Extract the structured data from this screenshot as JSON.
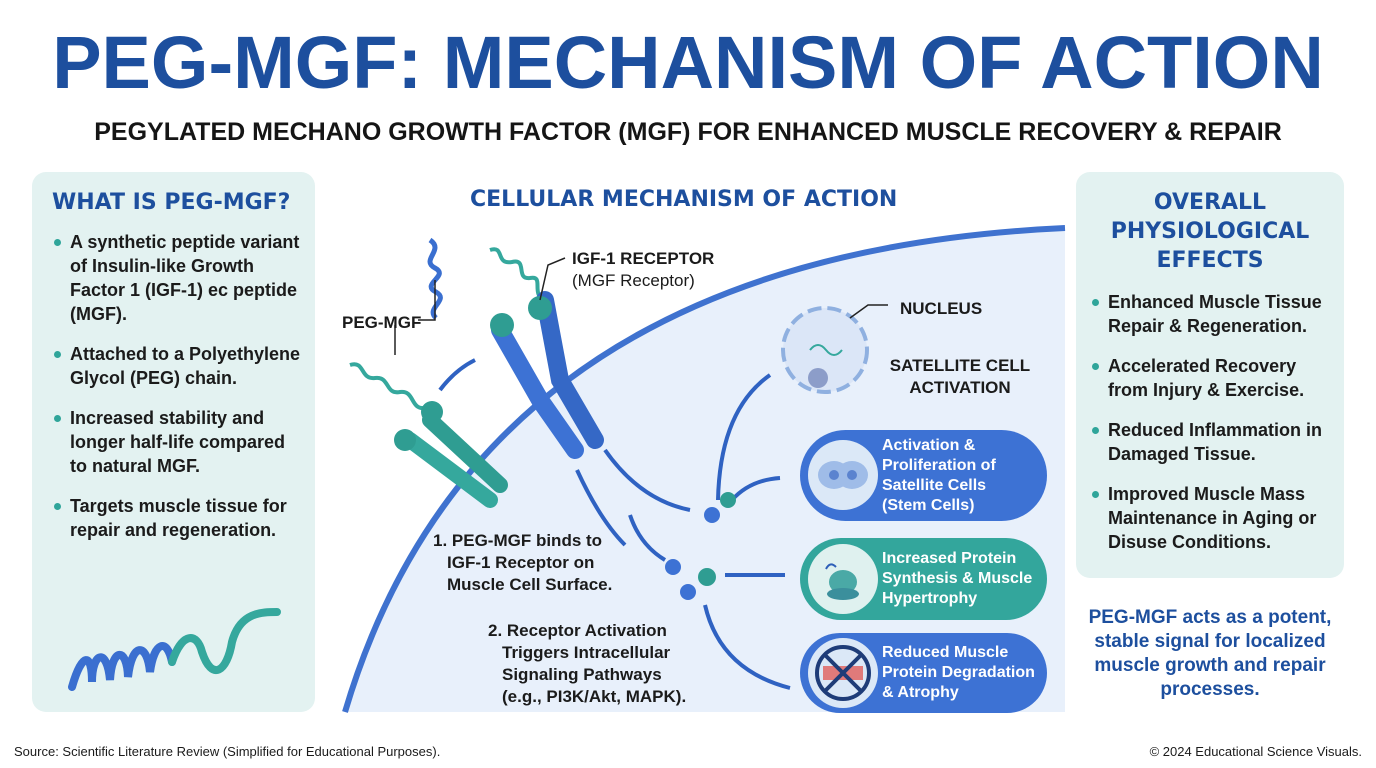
{
  "header": {
    "title": "PEG-MGF: MECHANISM OF ACTION",
    "subtitle": "PEGYLATED MECHANO GROWTH FACTOR (MGF) FOR ENHANCED MUSCLE RECOVERY & REPAIR"
  },
  "left_panel": {
    "heading": "WHAT IS PEG-MGF?",
    "bullets": [
      "A synthetic peptide variant of Insulin-like Growth Factor 1 (IGF-1) ec peptide (MGF).",
      "Attached to a Polyethylene Glycol (PEG) chain.",
      "Increased stability and longer half-life compared to natural MGF.",
      "Targets muscle tissue for repair and regeneration."
    ]
  },
  "center": {
    "heading": "CELLULAR MECHANISM OF ACTION",
    "labels": {
      "peg_mgf": "PEG-MGF",
      "receptor_line1": "IGF-1 RECEPTOR",
      "receptor_line2": "(MGF Receptor)",
      "nucleus": "NUCLEUS",
      "satellite_line1": "SATELLITE CELL",
      "satellite_line2": "ACTIVATION"
    },
    "steps": [
      {
        "line1": "1. PEG-MGF binds to",
        "line2": "IGF-1 Receptor on",
        "line3": "Muscle Cell Surface."
      },
      {
        "line1": "2. Receptor Activation",
        "line2": "Triggers Intracellular",
        "line3": "Signaling Pathways",
        "line4": "(e.g., PI3K/Akt, MAPK)."
      }
    ],
    "outcomes": [
      {
        "lines": [
          "Activation &",
          "Proliferation of",
          "Satellite Cells",
          "(Stem Cells)"
        ],
        "color": "#3d72d4",
        "icon": "dividing-cell-icon"
      },
      {
        "lines": [
          "Increased Protein",
          "Synthesis & Muscle",
          "Hypertrophy"
        ],
        "color": "#33a69c",
        "icon": "ribosome-icon"
      },
      {
        "lines": [
          "Reduced Muscle",
          "Protein Degradation",
          "& Atrophy"
        ],
        "color": "#3d72d4",
        "icon": "no-atrophy-icon"
      }
    ]
  },
  "right_panel": {
    "heading_lines": [
      "OVERALL",
      "PHYSIOLOGICAL",
      "EFFECTS"
    ],
    "bullets": [
      "Enhanced Muscle Tissue Repair & Regeneration.",
      "Accelerated Recovery from Injury & Exercise.",
      "Reduced Inflammation in Damaged Tissue.",
      "Improved Muscle Mass Maintenance in Aging or Disuse Conditions."
    ],
    "conclusion": "PEG-MGF acts as a potent, stable signal for localized muscle growth and repair processes."
  },
  "footer": {
    "source": "Source: Scientific Literature Review (Simplified for Educational Purposes).",
    "copyright": "© 2024 Educational Science Visuals."
  },
  "colors": {
    "primary": "#1d4f9e",
    "teal": "#33a69c",
    "blue": "#3d72d4",
    "panel": "#e3f2f1"
  }
}
